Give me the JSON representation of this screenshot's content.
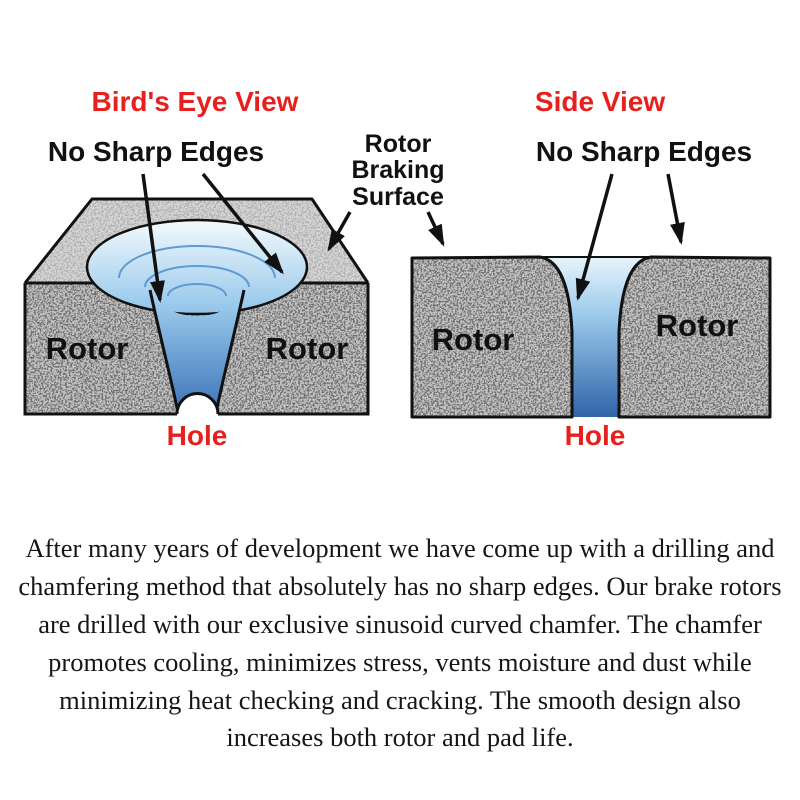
{
  "colors": {
    "accent_red": "#e8201d",
    "text_black": "#111111",
    "rotor_gray": "#c3c3c3",
    "chamfer_blue_light": "#eef7fd",
    "chamfer_blue_mid": "#9ccbec",
    "chamfer_blue_deep": "#2f62a8"
  },
  "diagram": {
    "birds_eye": {
      "title": "Bird's Eye View",
      "no_sharp_edges_label": "No Sharp Edges",
      "rotor_left_label": "Rotor",
      "rotor_right_label": "Rotor",
      "hole_label": "Hole"
    },
    "rotor_braking_surface_label": "Rotor\nBraking\nSurface",
    "side_view": {
      "title": "Side View",
      "no_sharp_edges_label": "No Sharp Edges",
      "rotor_left_label": "Rotor",
      "rotor_right_label": "Rotor",
      "hole_label": "Hole"
    }
  },
  "description": "After many years of development we have come up with a drilling and chamfering method that absolutely has no sharp edges.  Our brake rotors are drilled with our exclusive sinusoid curved chamfer. The chamfer promotes cooling, minimizes stress, vents moisture and dust while minimizing heat checking and cracking. The smooth design also increases both rotor and pad life."
}
